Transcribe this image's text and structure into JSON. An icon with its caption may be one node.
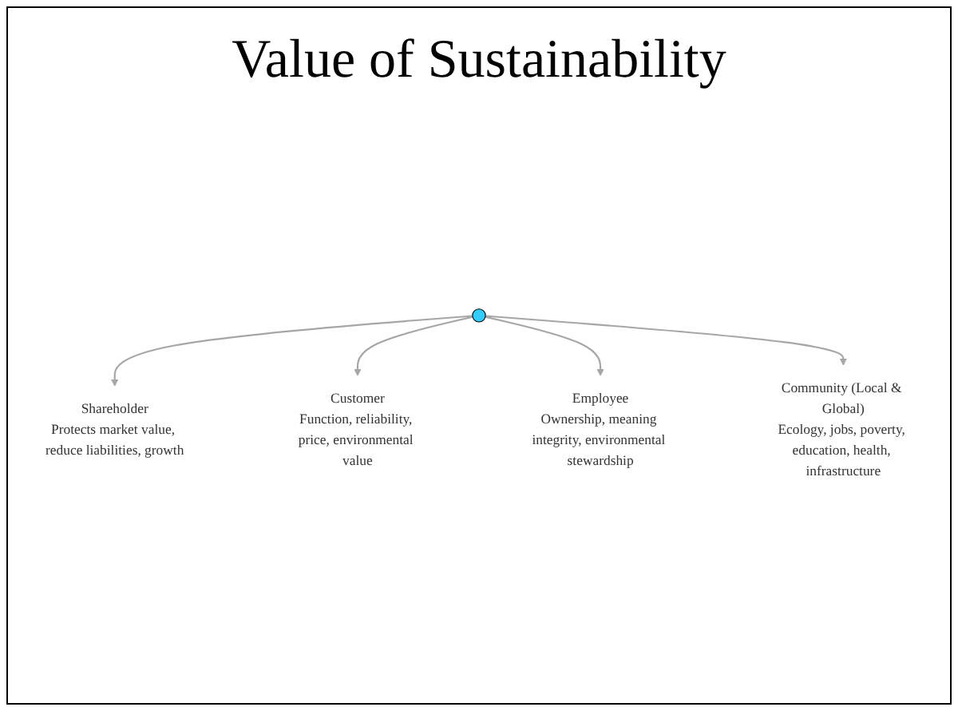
{
  "diagram": {
    "title": "Value of Sustainability",
    "nodes": [
      {
        "text": [],
        "shape": "circle"
      },
      {
        "text": [
          "Shareholder",
          "Protects market value, reduce liabilities, growth"
        ]
      },
      {
        "text": [
          "Customer",
          "Function, reliability, price, environmental value"
        ]
      },
      {
        "text": [
          "Employee",
          "Ownership, meaning integrity, environmental stewardship"
        ]
      },
      {
        "text": [
          "Community (Local & Global)",
          "Ecology, jobs, poverty, education, health, infrastructure"
        ]
      }
    ],
    "edges": [
      {
        "from": 0,
        "to": 1,
        "arrow": "to"
      },
      {
        "from": 0,
        "to": 2,
        "arrow": "to"
      },
      {
        "from": 0,
        "to": 3,
        "arrow": "to"
      },
      {
        "from": 0,
        "to": 4,
        "arrow": "to"
      }
    ]
  }
}
